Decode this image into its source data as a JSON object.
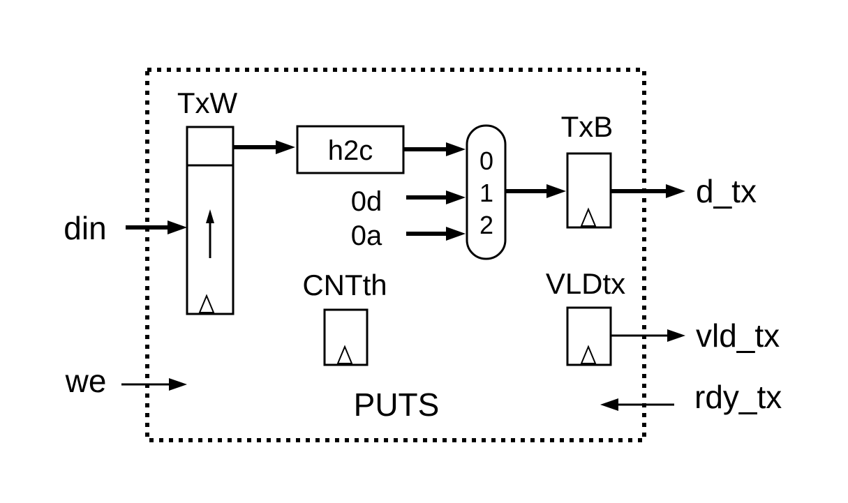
{
  "diagram": {
    "module_name": "PUTS",
    "registers": {
      "txw": "TxW",
      "txb": "TxB",
      "cntth": "CNTth",
      "vldtx": "VLDtx"
    },
    "converter": "h2c",
    "mux": {
      "inputs": [
        "0",
        "1",
        "2"
      ],
      "constants": [
        "0d",
        "0a"
      ]
    },
    "inputs": [
      "din",
      "we",
      "rdy_tx"
    ],
    "outputs": [
      "d_tx",
      "vld_tx"
    ],
    "colors": {
      "ink": "#000000",
      "background": "#ffffff"
    }
  }
}
